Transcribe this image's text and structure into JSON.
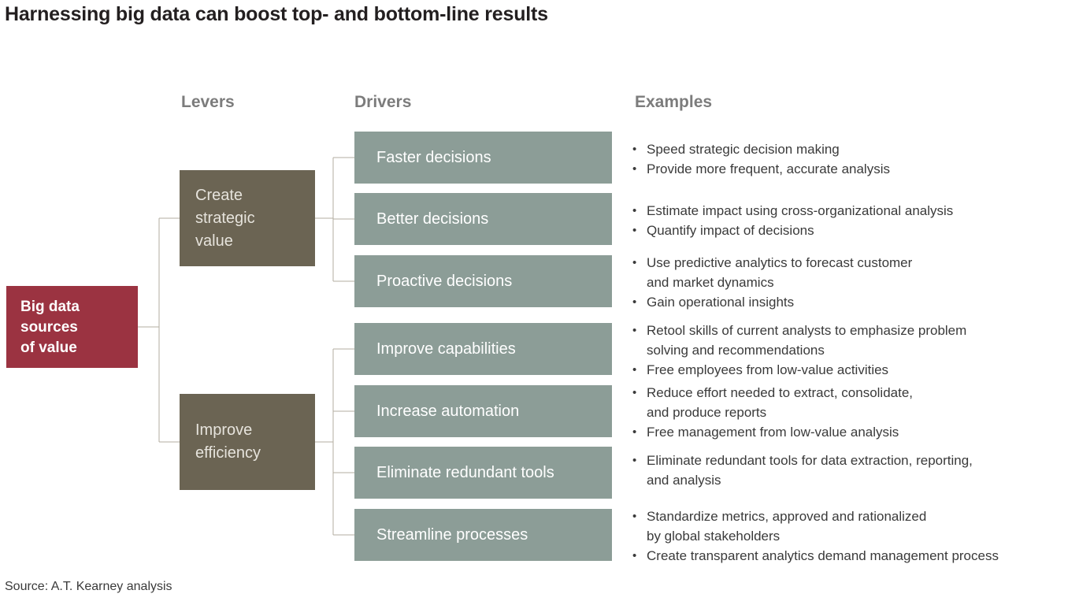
{
  "title": "Harnessing big data can boost top- and bottom-line results",
  "columns": {
    "levers": "Levers",
    "drivers": "Drivers",
    "examples": "Examples"
  },
  "root": {
    "label": "Big data\nsources\nof value",
    "color": "#9b3341"
  },
  "levers": [
    {
      "label": "Create\nstrategic\nvalue",
      "color": "#6b6453"
    },
    {
      "label": "Improve\nefficiency",
      "color": "#6b6453"
    }
  ],
  "drivers": [
    {
      "label": "Faster decisions",
      "color": "#8c9d97"
    },
    {
      "label": "Better decisions",
      "color": "#8c9d97"
    },
    {
      "label": "Proactive decisions",
      "color": "#8c9d97"
    },
    {
      "label": "Improve capabilities",
      "color": "#8c9d97"
    },
    {
      "label": "Increase automation",
      "color": "#8c9d97"
    },
    {
      "label": "Eliminate redundant tools",
      "color": "#8c9d97"
    },
    {
      "label": "Streamline processes",
      "color": "#8c9d97"
    }
  ],
  "examples": [
    {
      "bullets": [
        "Speed strategic decision making",
        "Provide more frequent, accurate analysis"
      ]
    },
    {
      "bullets": [
        "Estimate impact using cross-organizational analysis",
        "Quantify impact of decisions"
      ]
    },
    {
      "bullets": [
        "Use predictive analytics to forecast customer\nand market dynamics",
        "Gain operational insights"
      ]
    },
    {
      "bullets": [
        "Retool skills of current analysts to emphasize problem\nsolving and recommendations",
        "Free employees from low-value activities"
      ]
    },
    {
      "bullets": [
        "Reduce effort needed to extract, consolidate,\nand produce reports",
        "Free management from low-value analysis"
      ]
    },
    {
      "bullets": [
        "Eliminate redundant tools for data extraction, reporting,\nand analysis"
      ]
    },
    {
      "bullets": [
        "Standardize metrics, approved and rationalized\nby global stakeholders",
        "Create transparent analytics demand management process"
      ]
    }
  ],
  "source": "Source: A.T. Kearney analysis",
  "palette": {
    "title_text": "#231f20",
    "header_text": "#7c7c7c",
    "body_text": "#3a3a3a",
    "connector": "#b3ada0",
    "background": "#ffffff"
  }
}
